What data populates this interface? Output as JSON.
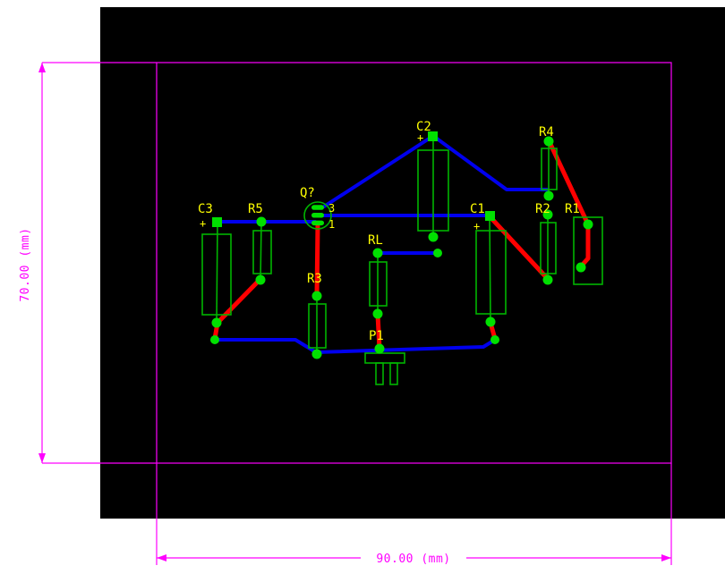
{
  "colors": {
    "page_background": "#FFFFFF",
    "workspace_background": "#000000",
    "board_outline": "#FF00FF",
    "dimension": "#FF00FF",
    "silkscreen": "#00B400",
    "pad": "#00E000",
    "designator_text": "#FFFF00",
    "top_layer_trace": "#FF0000",
    "bottom_layer_trace": "#0000EE"
  },
  "dimensions": {
    "vertical": "70.00 (mm)",
    "horizontal": "90.00 (mm)"
  },
  "components": {
    "C3": {
      "ref": "C3",
      "polarity": "+"
    },
    "R5": {
      "ref": "R5"
    },
    "Q": {
      "ref": "Q?",
      "pin_top": "3",
      "pin_bottom": "1"
    },
    "R3": {
      "ref": "R3"
    },
    "RL": {
      "ref": "RL"
    },
    "P1": {
      "ref": "P1"
    },
    "C2": {
      "ref": "C2",
      "polarity": "+"
    },
    "C1": {
      "ref": "C1",
      "polarity": "+"
    },
    "R2": {
      "ref": "R2"
    },
    "R4": {
      "ref": "R4"
    },
    "R1": {
      "ref": "R1"
    }
  }
}
